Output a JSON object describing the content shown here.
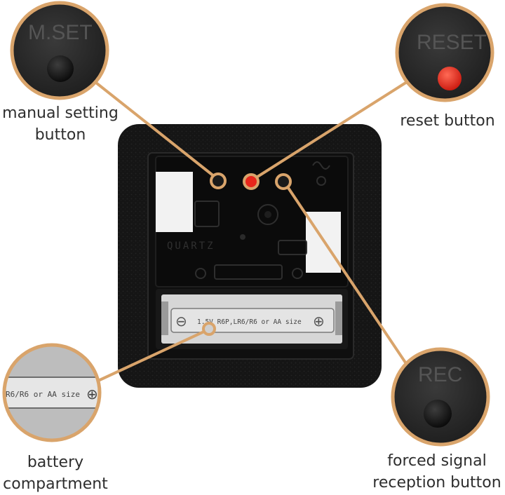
{
  "callouts": {
    "manual": {
      "label_line1": "manual setting",
      "label_line2": "button",
      "marking": "M.SET"
    },
    "reset": {
      "label_line1": "reset button",
      "marking": "RESET"
    },
    "battery": {
      "label_line1": "battery",
      "label_line2": "compartment",
      "marking": "R6/R6 or AA size"
    },
    "forced": {
      "label_line1": "forced signal",
      "label_line2": "reception button",
      "marking": "REC"
    }
  },
  "device": {
    "battery_text": "1.5V R6P,LR6/R6 or AA size",
    "minus_symbol": "⊖",
    "plus_symbol": "⊕",
    "quartz_text": "QUARTZ"
  },
  "colors": {
    "leader": "#d9a46b",
    "reset_led": "#e8261b",
    "case": "#141414",
    "movement": "#0c0c0c"
  }
}
